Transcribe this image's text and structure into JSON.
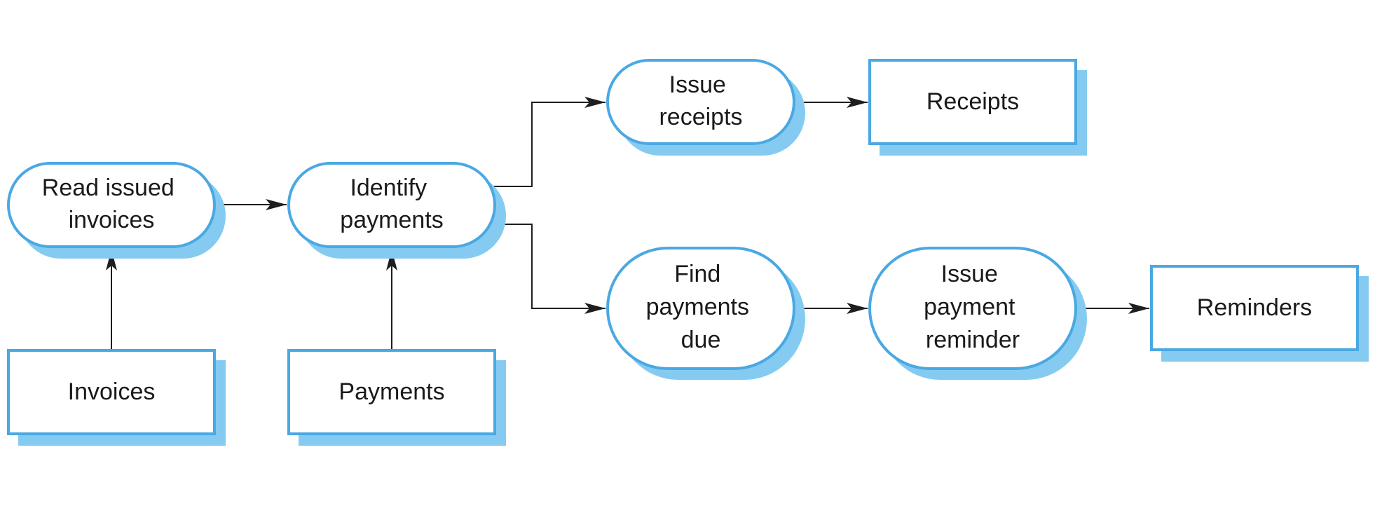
{
  "processes": {
    "read_issued_invoices": [
      "Read issued",
      "invoices"
    ],
    "identify_payments": [
      "Identify",
      "payments"
    ],
    "issue_receipts": [
      "Issue",
      "receipts"
    ],
    "find_payments_due": [
      "Find",
      "payments",
      "due"
    ],
    "issue_payment_reminder": [
      "Issue",
      "payment",
      "reminder"
    ]
  },
  "data_stores": {
    "invoices": "Invoices",
    "payments": "Payments",
    "receipts": "Receipts",
    "reminders": "Reminders"
  },
  "colors": {
    "outline": "#4aa8e3",
    "shadow": "#85cbf1",
    "arrow": "#1e1e1e",
    "text": "#1a1a1a"
  }
}
